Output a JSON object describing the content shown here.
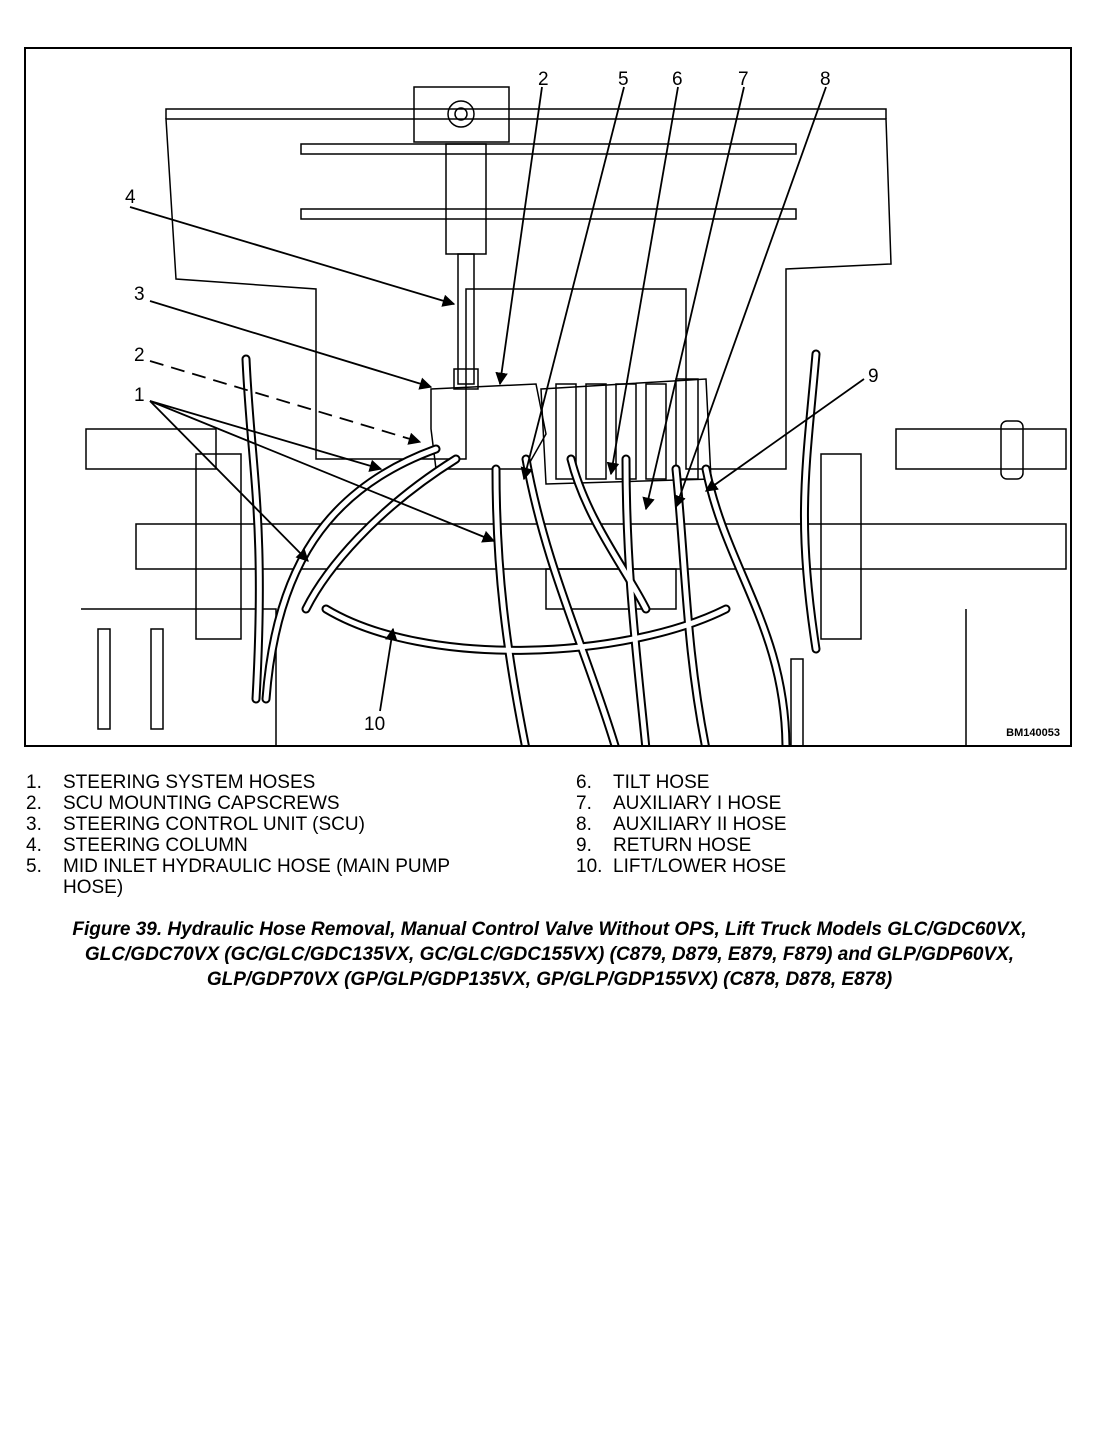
{
  "figure": {
    "figure_id": "BM140053",
    "callouts": [
      "1",
      "2",
      "2",
      "3",
      "4",
      "5",
      "6",
      "7",
      "8",
      "9",
      "10"
    ]
  },
  "legend": {
    "left": [
      {
        "num": "1.",
        "text": "STEERING SYSTEM HOSES"
      },
      {
        "num": "2.",
        "text": "SCU MOUNTING CAPSCREWS"
      },
      {
        "num": "3.",
        "text": "STEERING CONTROL UNIT (SCU)"
      },
      {
        "num": "4.",
        "text": "STEERING COLUMN"
      },
      {
        "num": "5.",
        "text": "MID INLET HYDRAULIC HOSE (MAIN PUMP HOSE)"
      }
    ],
    "right": [
      {
        "num": "6.",
        "text": "TILT HOSE"
      },
      {
        "num": "7.",
        "text": "AUXILIARY I HOSE"
      },
      {
        "num": "8.",
        "text": "AUXILIARY II HOSE"
      },
      {
        "num": "9.",
        "text": "RETURN HOSE"
      },
      {
        "num": "10.",
        "text": "LIFT/LOWER HOSE"
      }
    ]
  },
  "caption": "Figure 39. Hydraulic Hose Removal, Manual Control Valve Without OPS, Lift Truck Models GLC/GDC60VX, GLC/GDC70VX (GC/GLC/GDC135VX, GC/GLC/GDC155VX) (C879, D879, E879, F879) and GLP/GDP60VX, GLP/GDP70VX (GP/GLP/GDP135VX, GP/GLP/GDP155VX) (C878, D878, E878)"
}
